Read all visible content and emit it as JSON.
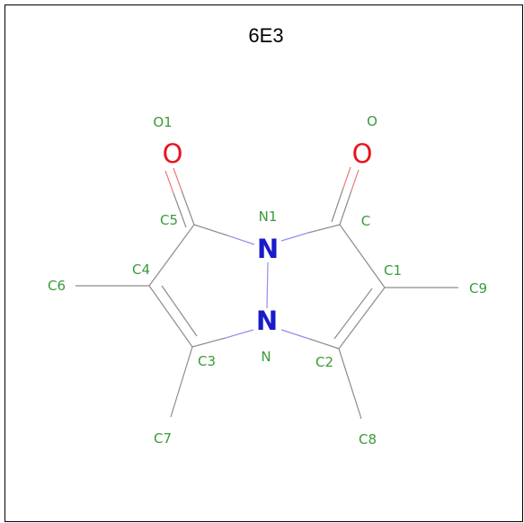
{
  "title": "6E3",
  "colors": {
    "carbon_bond": "#8c8c8c",
    "nitrogen": "#1a1acd",
    "oxygen": "#e8141e",
    "label": "#3a9a3a",
    "nitrogen_bond": "#8f8ff0",
    "oxygen_bond": "#f07a7a"
  },
  "element_symbols": {
    "N1": "N",
    "N": "N",
    "O1": "O",
    "O": "O"
  },
  "atom_labels": [
    "O1",
    "O",
    "C5",
    "N1",
    "C",
    "C4",
    "C1",
    "C6",
    "C9",
    "C3",
    "N",
    "C2",
    "C7",
    "C8"
  ]
}
